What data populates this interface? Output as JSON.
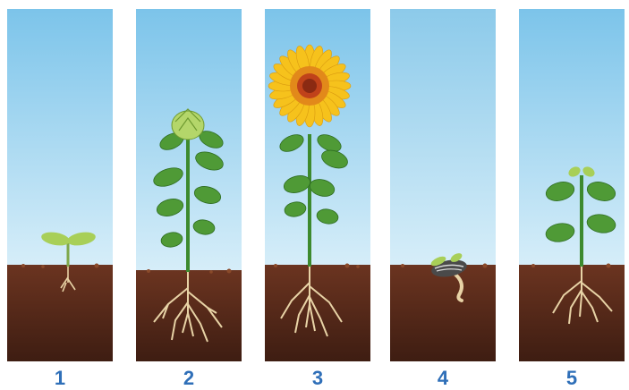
{
  "panels": [
    {
      "label": "1",
      "stage": "seedling"
    },
    {
      "label": "2",
      "stage": "budding"
    },
    {
      "label": "3",
      "stage": "flowering"
    },
    {
      "label": "4",
      "stage": "germinating-seed"
    },
    {
      "label": "5",
      "stage": "young-plant"
    }
  ],
  "colors": {
    "sky_top": "#7cc4ea",
    "sky_bottom": "#d7eef9",
    "soil_top": "#6b3420",
    "soil_bottom": "#3e1d12",
    "stem": "#3d8a2e",
    "leaf": "#4f9a36",
    "leaf_dark": "#2f6d22",
    "root": "#e8d3a6",
    "petal": "#f6c21c",
    "flower_center": "#8a2a12",
    "bud": "#b4d66a",
    "label": "#2f6fb8"
  }
}
